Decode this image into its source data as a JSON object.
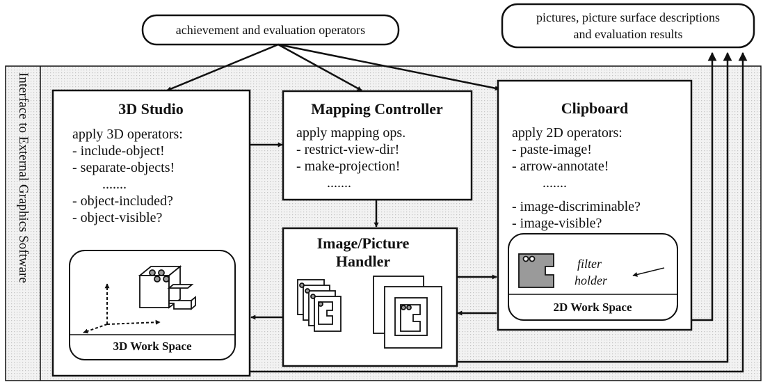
{
  "top": {
    "operators_label": "achievement and evaluation operators",
    "results_line1": "pictures, picture surface descriptions",
    "results_line2": "and evaluation results"
  },
  "side_label": "Interface to External Graphics Software",
  "studio": {
    "title": "3D Studio",
    "heading": "apply 3D operators:",
    "items": [
      "- include-object!",
      "- separate-objects!",
      ".......",
      "- object-included?",
      "- object-visible?"
    ],
    "workspace_label": "3D Work Space"
  },
  "mapping": {
    "title": "Mapping Controller",
    "heading": "apply mapping ops.",
    "items": [
      "- restrict-view-dir!",
      "- make-projection!",
      "......."
    ]
  },
  "handler": {
    "title_line1": "Image/Picture",
    "title_line2": "Handler"
  },
  "clipboard": {
    "title": "Clipboard",
    "heading": "apply 2D operators:",
    "items": [
      "- paste-image!",
      "- arrow-annotate!",
      ".......",
      "- image-discriminable?",
      "- image-visible?"
    ],
    "annotation_line1": "filter",
    "annotation_line2": "holder",
    "workspace_label": "2D Work Space"
  },
  "colors": {
    "panel": "#ececec",
    "ink": "#111111",
    "icon_fill": "#9a9a9a"
  }
}
